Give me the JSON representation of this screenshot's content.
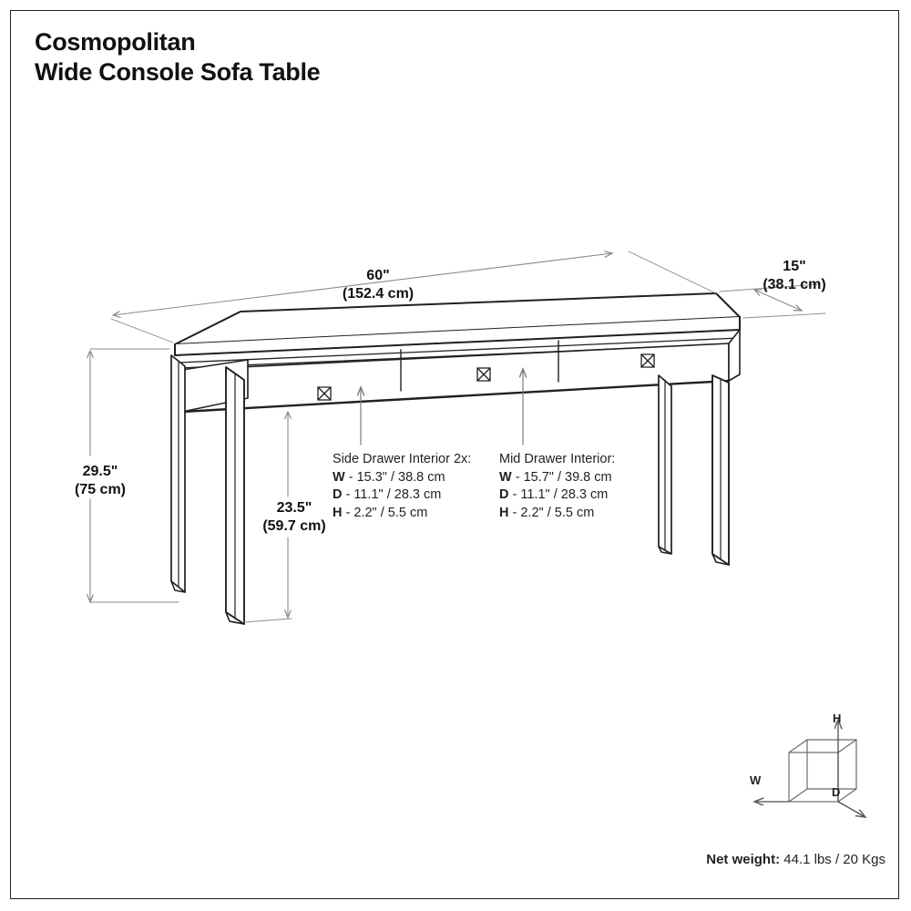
{
  "document": {
    "title_line_1": "Cosmopolitan",
    "title_line_2": "Wide Console Sofa Table"
  },
  "dimensions": {
    "width": {
      "imperial": "60\"",
      "metric": "(152.4 cm)"
    },
    "depth": {
      "imperial": "15\"",
      "metric": "(38.1 cm)"
    },
    "height": {
      "imperial": "29.5\"",
      "metric": "(75 cm)"
    },
    "clearance": {
      "imperial": "23.5\"",
      "metric": "(59.7 cm)"
    }
  },
  "specs": {
    "side_drawer": {
      "title": "Side Drawer Interior 2x:",
      "rows": [
        {
          "key": "W",
          "value": "- 15.3\" / 38.8 cm"
        },
        {
          "key": "D",
          "value": "- 11.1\" / 28.3 cm"
        },
        {
          "key": "H",
          "value": "- 2.2\" / 5.5 cm"
        }
      ]
    },
    "mid_drawer": {
      "title": "Mid Drawer Interior:",
      "rows": [
        {
          "key": "W",
          "value": "- 15.7\" / 39.8 cm"
        },
        {
          "key": "D",
          "value": "- 11.1\" / 28.3 cm"
        },
        {
          "key": "H",
          "value": "- 2.2\" / 5.5 cm"
        }
      ]
    }
  },
  "legend": {
    "height_axis": "H",
    "width_axis": "W",
    "depth_axis": "D"
  },
  "footer": {
    "net_weight_label": "Net weight:",
    "net_weight_value": "44.1 lbs / 20 Kgs"
  },
  "colors": {
    "line": "#231f20",
    "dimension_line": "#8a8a8a",
    "text": "#111111",
    "background": "#ffffff"
  }
}
